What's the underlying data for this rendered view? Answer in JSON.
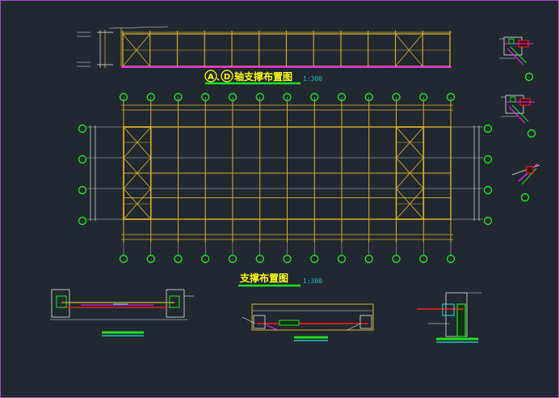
{
  "drawing": {
    "background": "#212830",
    "frame_color": "#a050c0",
    "colors": {
      "steel": "#d8b030",
      "axis": "#20e020",
      "grid": "#c8c8c8",
      "title": "#ffff00",
      "scale": "#20c0c0",
      "magenta": "#ff20ff",
      "red": "#ff2020",
      "white": "#e8e8e8",
      "cyan": "#20e0e0"
    },
    "elevation_title": {
      "axis_a": "A",
      "axis_d": "D",
      "separator": "、",
      "text": "轴支撑布置图",
      "scale": "1:300"
    },
    "plan_title": {
      "text": "支撑布置图",
      "scale": "1:300"
    },
    "plan": {
      "columns": 13,
      "rows": 4
    }
  }
}
